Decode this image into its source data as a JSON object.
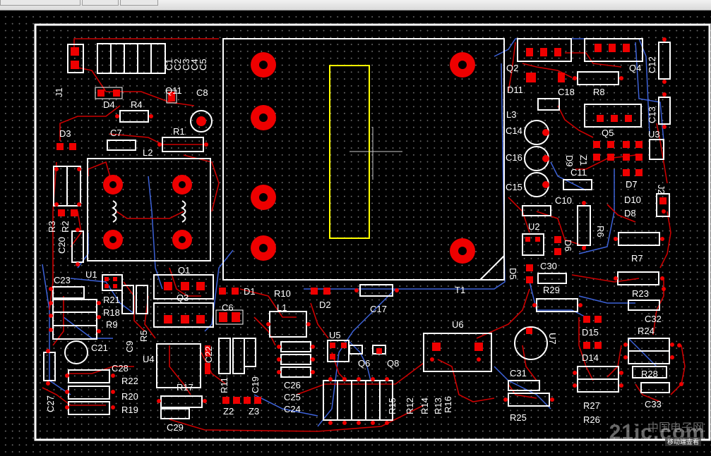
{
  "watermark": {
    "site": "21ic.com",
    "cn": "中国电子网",
    "tag": "移动端查看"
  },
  "colors": {
    "board_outline": "#ffffff",
    "copper_top": "#cc0000",
    "pad": "#ee0000",
    "copper_bottom": "#3d62d8",
    "transformer_outline": "#ffff00",
    "grid": "#6a6a6a",
    "background": "#000000"
  },
  "components": [
    {
      "id": "J1",
      "label": "J1"
    },
    {
      "id": "C1",
      "label": "C1"
    },
    {
      "id": "C2",
      "label": "C2"
    },
    {
      "id": "C3",
      "label": "C3"
    },
    {
      "id": "C4",
      "label": "C4"
    },
    {
      "id": "C5",
      "label": "C5"
    },
    {
      "id": "D4",
      "label": "D4"
    },
    {
      "id": "R4",
      "label": "R4"
    },
    {
      "id": "Q11",
      "label": "Q11"
    },
    {
      "id": "C8",
      "label": "C8"
    },
    {
      "id": "D3",
      "label": "D3"
    },
    {
      "id": "C7",
      "label": "C7"
    },
    {
      "id": "R1",
      "label": "R1"
    },
    {
      "id": "L2",
      "label": "L2"
    },
    {
      "id": "R3",
      "label": "R3"
    },
    {
      "id": "R2",
      "label": "R2"
    },
    {
      "id": "C20",
      "label": "C20"
    },
    {
      "id": "U1",
      "label": "U1"
    },
    {
      "id": "Q1",
      "label": "Q1"
    },
    {
      "id": "C23",
      "label": "C23"
    },
    {
      "id": "R21",
      "label": "R21"
    },
    {
      "id": "R18",
      "label": "R18"
    },
    {
      "id": "R9",
      "label": "R9"
    },
    {
      "id": "C9",
      "label": "C9"
    },
    {
      "id": "R5",
      "label": "R5"
    },
    {
      "id": "Q3",
      "label": "Q3"
    },
    {
      "id": "C6",
      "label": "C6"
    },
    {
      "id": "D1",
      "label": "D1"
    },
    {
      "id": "R10",
      "label": "R10"
    },
    {
      "id": "L1",
      "label": "L1"
    },
    {
      "id": "D2",
      "label": "D2"
    },
    {
      "id": "C17",
      "label": "C17"
    },
    {
      "id": "T1",
      "label": "T1"
    },
    {
      "id": "C21",
      "label": "C21"
    },
    {
      "id": "U4",
      "label": "U4"
    },
    {
      "id": "C22",
      "label": "C22"
    },
    {
      "id": "C28",
      "label": "C28"
    },
    {
      "id": "R22",
      "label": "R22"
    },
    {
      "id": "R20",
      "label": "R20"
    },
    {
      "id": "R19",
      "label": "R19"
    },
    {
      "id": "C27",
      "label": "C27"
    },
    {
      "id": "R17",
      "label": "R17"
    },
    {
      "id": "C29",
      "label": "C29"
    },
    {
      "id": "R11",
      "label": "R11"
    },
    {
      "id": "C19",
      "label": "C19"
    },
    {
      "id": "Z2",
      "label": "Z2"
    },
    {
      "id": "Z3",
      "label": "Z3"
    },
    {
      "id": "U5",
      "label": "U5"
    },
    {
      "id": "C26",
      "label": "C26"
    },
    {
      "id": "C25",
      "label": "C25"
    },
    {
      "id": "C24",
      "label": "C24"
    },
    {
      "id": "Q6",
      "label": "Q6"
    },
    {
      "id": "Q8",
      "label": "Q8"
    },
    {
      "id": "R15",
      "label": "R15"
    },
    {
      "id": "R12",
      "label": "R12"
    },
    {
      "id": "R14",
      "label": "R14"
    },
    {
      "id": "R13",
      "label": "R13"
    },
    {
      "id": "R16",
      "label": "R16"
    },
    {
      "id": "U6",
      "label": "U6"
    },
    {
      "id": "Q2",
      "label": "Q2"
    },
    {
      "id": "D11",
      "label": "D11"
    },
    {
      "id": "C18",
      "label": "C18"
    },
    {
      "id": "R8",
      "label": "R8"
    },
    {
      "id": "Q4",
      "label": "Q4"
    },
    {
      "id": "C12",
      "label": "C12"
    },
    {
      "id": "L3",
      "label": "L3"
    },
    {
      "id": "C13",
      "label": "C13"
    },
    {
      "id": "C14",
      "label": "C14"
    },
    {
      "id": "Q5",
      "label": "Q5"
    },
    {
      "id": "U3",
      "label": "U3"
    },
    {
      "id": "C16",
      "label": "C16"
    },
    {
      "id": "D9",
      "label": "D9"
    },
    {
      "id": "Z1",
      "label": "Z1"
    },
    {
      "id": "C15",
      "label": "C15"
    },
    {
      "id": "C11",
      "label": "C11"
    },
    {
      "id": "D7",
      "label": "D7"
    },
    {
      "id": "J2",
      "label": "J2"
    },
    {
      "id": "C10",
      "label": "C10"
    },
    {
      "id": "D10",
      "label": "D10"
    },
    {
      "id": "D8",
      "label": "D8"
    },
    {
      "id": "R6",
      "label": "R6"
    },
    {
      "id": "U2",
      "label": "U2"
    },
    {
      "id": "D6",
      "label": "D6"
    },
    {
      "id": "R7",
      "label": "R7"
    },
    {
      "id": "D5",
      "label": "D5"
    },
    {
      "id": "C30",
      "label": "C30"
    },
    {
      "id": "R29",
      "label": "R29"
    },
    {
      "id": "R23",
      "label": "R23"
    },
    {
      "id": "C32",
      "label": "C32"
    },
    {
      "id": "U7",
      "label": "U7"
    },
    {
      "id": "D15",
      "label": "D15"
    },
    {
      "id": "R24",
      "label": "R24"
    },
    {
      "id": "D14",
      "label": "D14"
    },
    {
      "id": "R28",
      "label": "R28"
    },
    {
      "id": "C31",
      "label": "C31"
    },
    {
      "id": "R27",
      "label": "R27"
    },
    {
      "id": "C33",
      "label": "C33"
    },
    {
      "id": "R25",
      "label": "R25"
    },
    {
      "id": "R26",
      "label": "R26"
    }
  ]
}
